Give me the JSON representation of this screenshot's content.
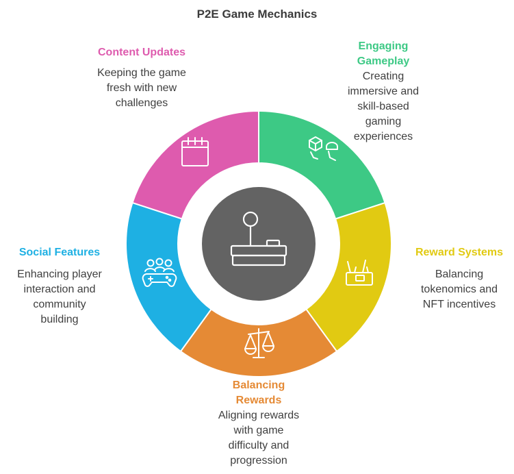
{
  "title": "P2E Game Mechanics",
  "colors": {
    "content_updates": "#DE5BAE",
    "engaging_gameplay": "#3DC985",
    "reward_systems": "#E1CA12",
    "balancing_rewards": "#E58A35",
    "social_features": "#1EB0E3",
    "hub": "#636363",
    "hub_icon": "#ffffff",
    "ring_icon": "#ffffff",
    "description_text": "#3f3f3f"
  },
  "segments": [
    {
      "key": "content_updates",
      "title": "Content Updates",
      "description_lines": [
        "Keeping the game",
        "fresh with new",
        "challenges"
      ],
      "icon": "calendar-icon"
    },
    {
      "key": "engaging_gameplay",
      "title_lines": [
        "Engaging",
        "Gameplay"
      ],
      "description_lines": [
        "Creating",
        "immersive and",
        "skill-based",
        "gaming",
        "experiences"
      ],
      "icon": "vr-gaming-icon"
    },
    {
      "key": "reward_systems",
      "title": "Reward Systems",
      "description_lines": [
        "Balancing",
        "tokenomics and",
        "NFT incentives"
      ],
      "icon": "reward-box-icon"
    },
    {
      "key": "balancing_rewards",
      "title_lines": [
        "Balancing",
        "Rewards"
      ],
      "description_lines": [
        "Aligning rewards",
        "with game",
        "difficulty and",
        "progression"
      ],
      "icon": "balance-scale-icon"
    },
    {
      "key": "social_features",
      "title": "Social Features",
      "description_lines": [
        "Enhancing player",
        "interaction and",
        "community",
        "building"
      ],
      "icon": "players-gamepad-icon"
    }
  ],
  "hub": {
    "icon": "arcade-joystick-icon"
  }
}
